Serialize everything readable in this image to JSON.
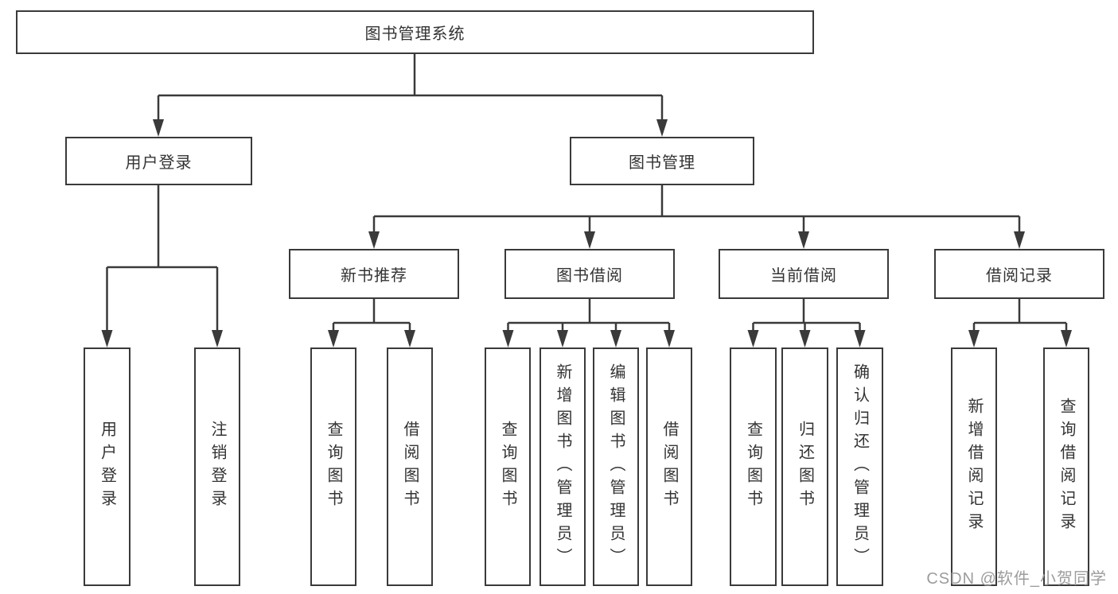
{
  "diagram": {
    "title": "图书管理系统",
    "nodes": {
      "user_login": "用户登录",
      "book_mgmt": "图书管理",
      "new_book": "新书推荐",
      "book_borrow": "图书借阅",
      "current_borrow": "当前借阅",
      "borrow_record": "借阅记录"
    },
    "leaves": {
      "user_login_1": "用户登录",
      "user_login_2": "注销登录",
      "new_book_1": "查询图书",
      "new_book_2": "借阅图书",
      "book_borrow_1": "查询图书",
      "book_borrow_2": "新增图书（管理员）",
      "book_borrow_3": "编辑图书（管理员）",
      "book_borrow_4": "借阅图书",
      "current_borrow_1": "查询图书",
      "current_borrow_2": "归还图书",
      "current_borrow_3": "确认归还（管理员）",
      "borrow_record_1": "新增借阅记录",
      "borrow_record_2": "查询借阅记录"
    },
    "watermark": "CSDN @软件_小贺同学",
    "colors": {
      "line": "#3a3a3a",
      "text": "#333333",
      "watermark": "#9c9c9c"
    }
  }
}
